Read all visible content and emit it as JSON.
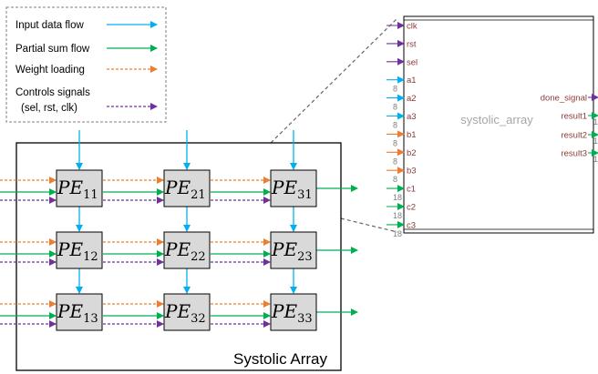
{
  "legend": {
    "items": [
      {
        "label": "Input data flow",
        "color": "#00b0f0",
        "dashed": false
      },
      {
        "label": "Partial sum flow",
        "color": "#00b050",
        "dashed": false
      },
      {
        "label": "Weight loading",
        "color": "#ed7d31",
        "dashed": true
      },
      {
        "label": "Controls signals",
        "label2": "(sel, rst, clk)",
        "color": "#7030a0",
        "dashed": true
      }
    ]
  },
  "array": {
    "label": "Systolic Array",
    "pe_prefix": "PE",
    "pe_labels": [
      [
        "11",
        "21",
        "31"
      ],
      [
        "12",
        "22",
        "23"
      ],
      [
        "13",
        "32",
        "33"
      ]
    ]
  },
  "module": {
    "name": "systolic_array",
    "inputs": [
      {
        "name": "clk",
        "color": "#7030a0",
        "width": ""
      },
      {
        "name": "rst",
        "color": "#7030a0",
        "width": ""
      },
      {
        "name": "sel",
        "color": "#7030a0",
        "width": ""
      },
      {
        "name": "a1",
        "color": "#00b0f0",
        "width": "8"
      },
      {
        "name": "a2",
        "color": "#00b0f0",
        "width": "8"
      },
      {
        "name": "a3",
        "color": "#00b0f0",
        "width": "8"
      },
      {
        "name": "b1",
        "color": "#ed7d31",
        "width": "8"
      },
      {
        "name": "b2",
        "color": "#ed7d31",
        "width": "8"
      },
      {
        "name": "b3",
        "color": "#ed7d31",
        "width": "8"
      },
      {
        "name": "c1",
        "color": "#00b050",
        "width": "18"
      },
      {
        "name": "c2",
        "color": "#00b050",
        "width": "18"
      },
      {
        "name": "c3",
        "color": "#00b050",
        "width": "18"
      }
    ],
    "outputs": [
      {
        "name": "done_signal",
        "color": "#7030a0",
        "width": ""
      },
      {
        "name": "result1",
        "color": "#00b050",
        "width": "1"
      },
      {
        "name": "result2",
        "color": "#00b050",
        "width": "1"
      },
      {
        "name": "result3",
        "color": "#00b050",
        "width": "1"
      }
    ]
  },
  "colors": {
    "pin_text": "#8b3a3a",
    "pe_fill": "#d9d9d9",
    "border": "#000000",
    "leader": "#666666"
  }
}
